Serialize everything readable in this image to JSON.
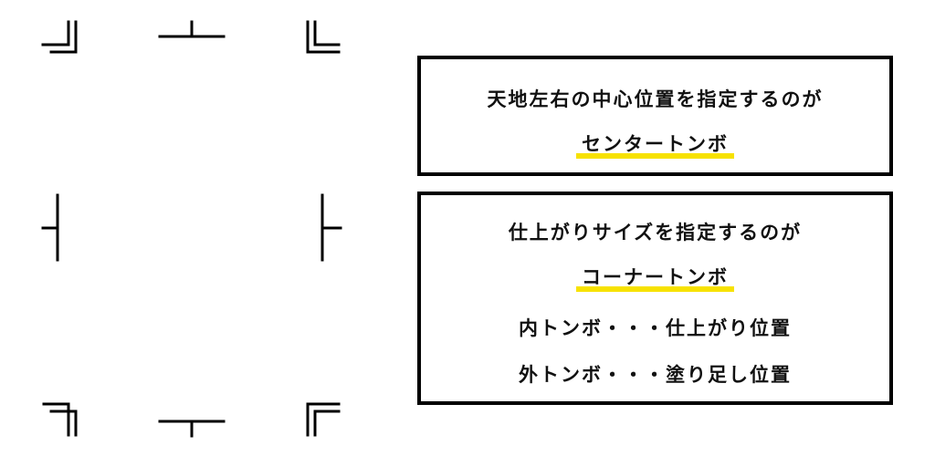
{
  "center_trim": {
    "description": "天地左右の中心位置を指定するのが",
    "term": "センタートンボ"
  },
  "corner_trim": {
    "description": "仕上がりサイズを指定するのが",
    "term": "コーナートンボ",
    "inner": "内トンボ・・・仕上がり位置",
    "outer": "外トンボ・・・塗り足し位置"
  },
  "colors": {
    "highlight": "#f7e200",
    "line": "#000000"
  }
}
